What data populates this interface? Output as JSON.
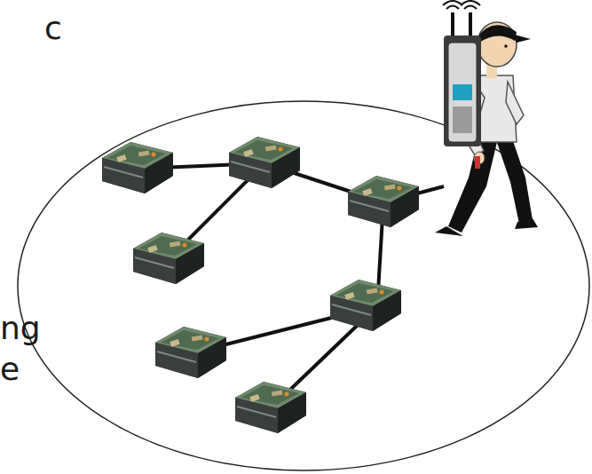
{
  "diagram": {
    "labels": [
      "c",
      "ng",
      "e"
    ]
  }
}
